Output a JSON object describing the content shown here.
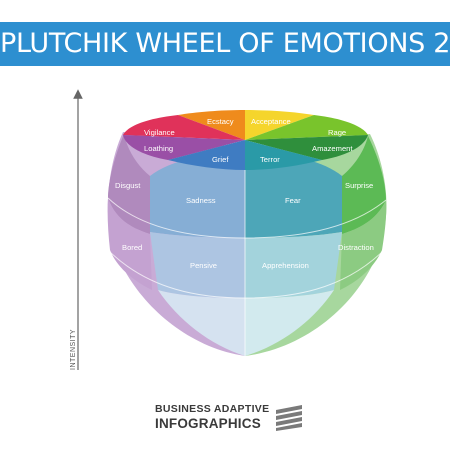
{
  "header": {
    "title": "PLUTCHIK WHEEL OF EMOTIONS 2"
  },
  "axis": {
    "label": "INTENSITY"
  },
  "emotions": {
    "ecstacy": "Ecstacy",
    "acceptance": "Acceptance",
    "vigilance": "Vigilance",
    "rage": "Rage",
    "loathing": "Loathing",
    "amazement": "Amazement",
    "grief": "Grief",
    "terror": "Terror",
    "disgust": "Disgust",
    "surprise": "Surprise",
    "sadness": "Sadness",
    "fear": "Fear",
    "bored": "Bored",
    "distraction": "Distraction",
    "pensive": "Pensive",
    "apprehension": "Apprehension"
  },
  "colors": {
    "banner": "#2d8fd0",
    "yellow": "#f5d52c",
    "orange": "#ef8b1c",
    "red": "#e0325a",
    "purple": "#9a4fa6",
    "blue": "#3f7cc2",
    "teal": "#2a9aa7",
    "green": "#3fae49"
  },
  "footer": {
    "line1": "BUSINESS ADAPTIVE",
    "line2": "INFOGRAPHICS",
    "logo_icon": "striped-flag-icon"
  }
}
